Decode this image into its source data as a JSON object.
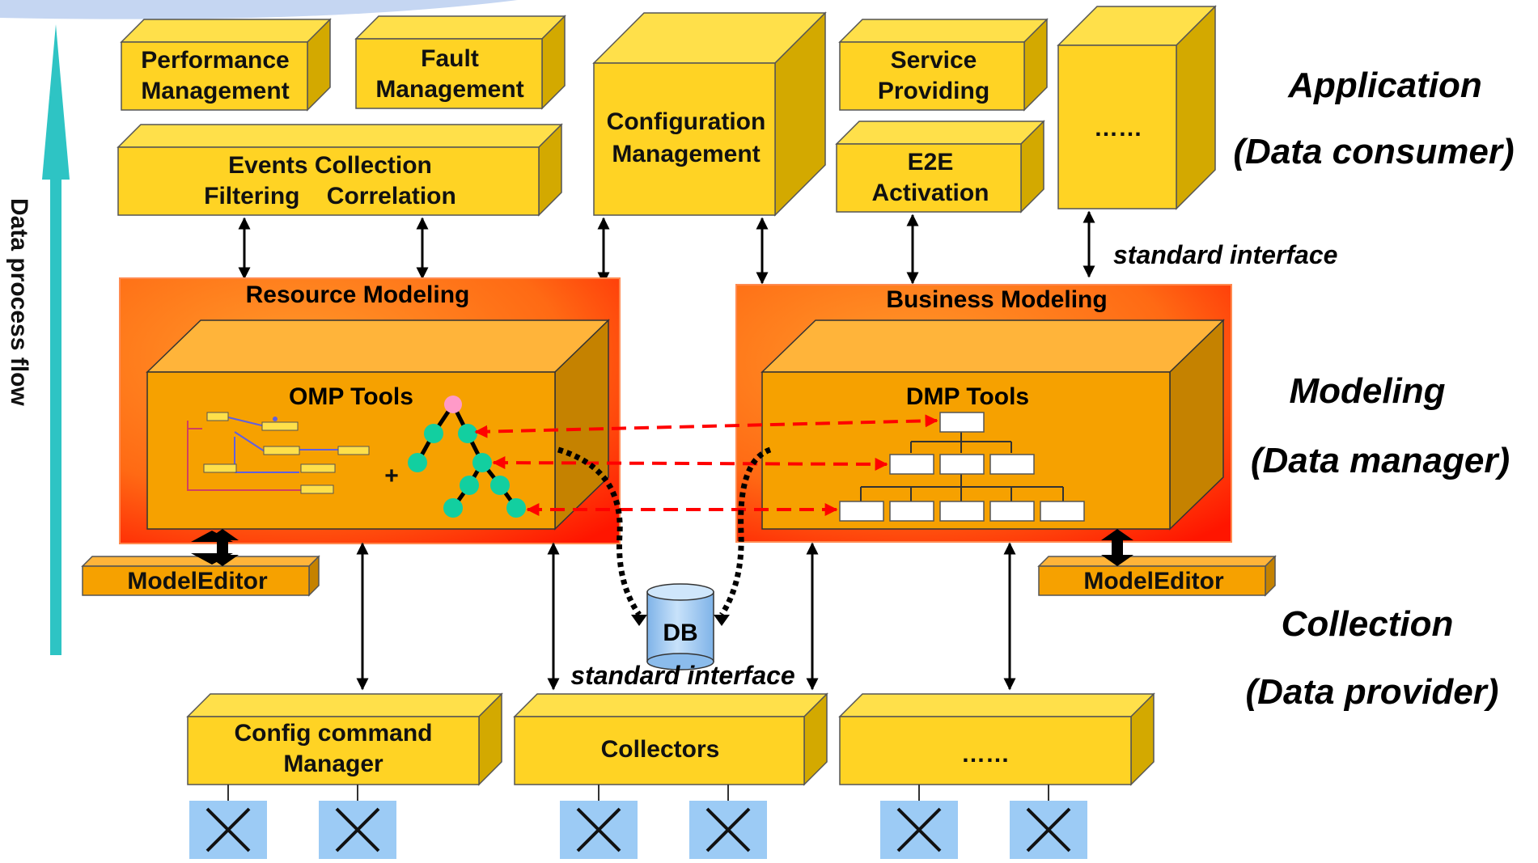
{
  "colors": {
    "box_front": "#FFD324",
    "box_top": "#FFE04A",
    "box_side": "#D3A900",
    "model_panel": "#FF5A10",
    "tools_front": "#F6A100",
    "flow_arrow": "#2EC4C4",
    "dashed_arrow": "#FF0000",
    "db": "#9EC9F0",
    "device": "#9CCBF5"
  },
  "flow_label": "Data process flow",
  "layers": {
    "application": {
      "title": "Application",
      "subtitle": "(Data consumer)"
    },
    "modeling": {
      "title": "Modeling",
      "subtitle": "(Data manager)"
    },
    "collection": {
      "title": "Collection",
      "subtitle": "(Data provider)"
    }
  },
  "interfaces": {
    "upper": "standard interface",
    "lower": "standard interface"
  },
  "application_boxes": {
    "performance": [
      "Performance",
      "Management"
    ],
    "fault": [
      "Fault",
      "Management"
    ],
    "configuration": [
      "Configuration",
      "Management"
    ],
    "service": [
      "Service",
      "Providing"
    ],
    "events": [
      "Events Collection",
      "Filtering    Correlation"
    ],
    "e2e": [
      "E2E",
      "Activation"
    ],
    "more": "……"
  },
  "modeling": {
    "resource_title": "Resource Modeling",
    "business_title": "Business Modeling",
    "omp_title": "OMP Tools",
    "dmp_title": "DMP Tools",
    "plus": "+",
    "editor_left": "ModelEditor",
    "editor_right": "ModelEditor",
    "db": "DB"
  },
  "collection_boxes": {
    "config": [
      "Config command",
      "Manager"
    ],
    "collectors": "Collectors",
    "more": "……"
  },
  "icons": {
    "flow": "up-arrow-icon",
    "tree": "tree-graph-icon",
    "hierarchy": "hierarchy-chart-icon",
    "schematic": "schematic-diagram-icon",
    "database": "database-cylinder-icon",
    "device": "network-device-icon"
  }
}
